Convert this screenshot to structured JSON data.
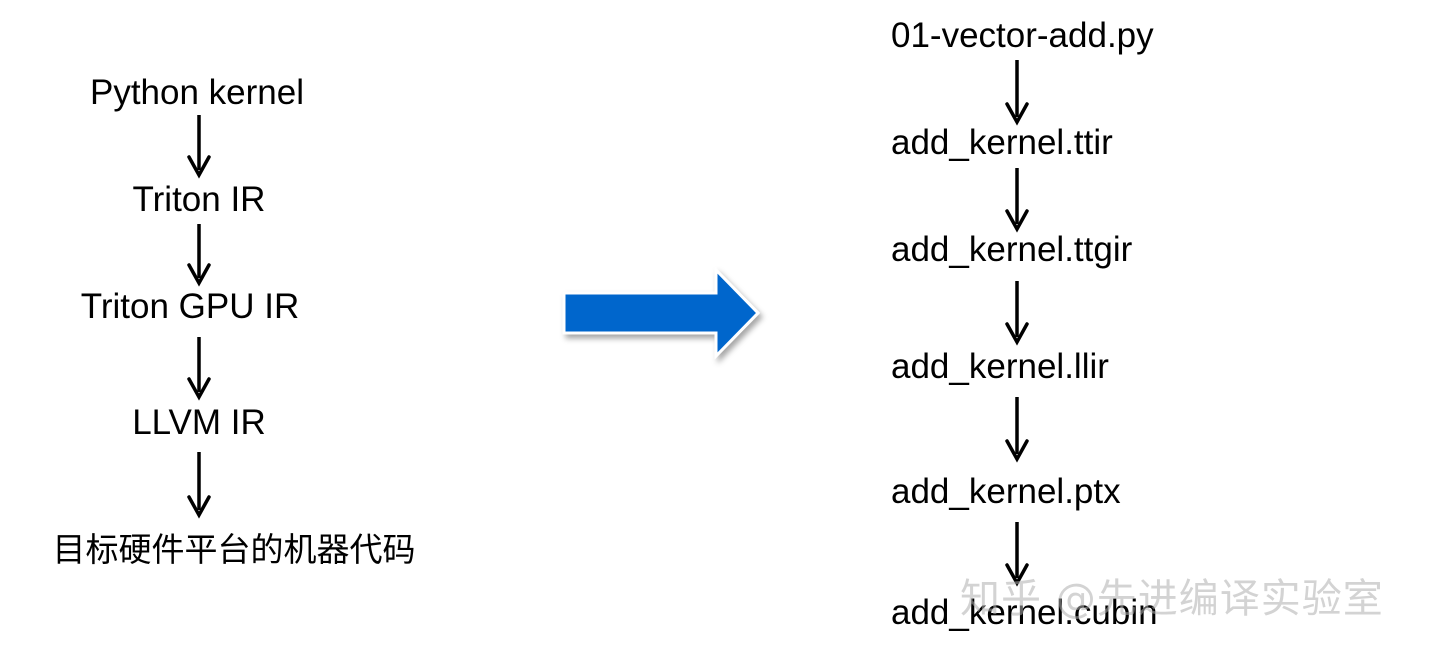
{
  "left_flow": {
    "nodes": [
      "Python kernel",
      "Triton IR",
      "Triton GPU IR",
      "LLVM IR",
      "目标硬件平台的机器代码"
    ]
  },
  "right_flow": {
    "nodes": [
      "01-vector-add.py",
      "add_kernel.ttir",
      "add_kernel.ttgir",
      "add_kernel.llir",
      "add_kernel.ptx",
      "add_kernel.cubin"
    ]
  },
  "watermark": "知乎 @先进编译实验室",
  "colors": {
    "big_arrow_fill": "#0066CC",
    "big_arrow_stroke": "#ffffff",
    "arrow_color": "#000000"
  }
}
